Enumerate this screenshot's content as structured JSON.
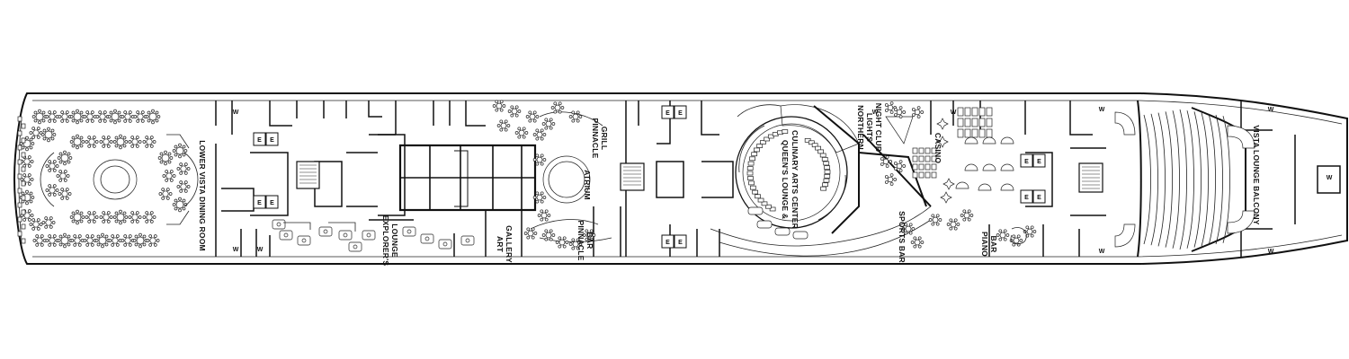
{
  "deck_plan": {
    "venues": [
      {
        "id": "lower-vista-dining-room",
        "label": "LOWER VISTA DINING ROOM"
      },
      {
        "id": "explorers-lounge",
        "lines": [
          "EXPLORER'S",
          "LOUNGE"
        ]
      },
      {
        "id": "art-gallery",
        "lines": [
          "ART",
          "GALLERY"
        ]
      },
      {
        "id": "pinnacle-grill",
        "lines": [
          "PINNACLE",
          "GRILL"
        ]
      },
      {
        "id": "atrium",
        "label": "ATRIUM"
      },
      {
        "id": "pinnacle-bar",
        "lines": [
          "PINNACLE",
          "BAR"
        ]
      },
      {
        "id": "queens-lounge",
        "lines": [
          "QUEEN'S LOUNGE &",
          "CULINARY ARTS CENTER"
        ]
      },
      {
        "id": "northern-lights",
        "lines": [
          "NORTHERN",
          "LIGHTS",
          "NIGHT CLUB"
        ]
      },
      {
        "id": "sports-bar",
        "label": "SPORTS BAR"
      },
      {
        "id": "casino",
        "label": "CASINO"
      },
      {
        "id": "piano-bar",
        "lines": [
          "PIANO",
          "BAR"
        ]
      },
      {
        "id": "vista-lounge-balcony",
        "label": "VISTA LOUNGE BALCONY"
      }
    ],
    "restroom_marker": "W",
    "elevator_marker": "E"
  }
}
